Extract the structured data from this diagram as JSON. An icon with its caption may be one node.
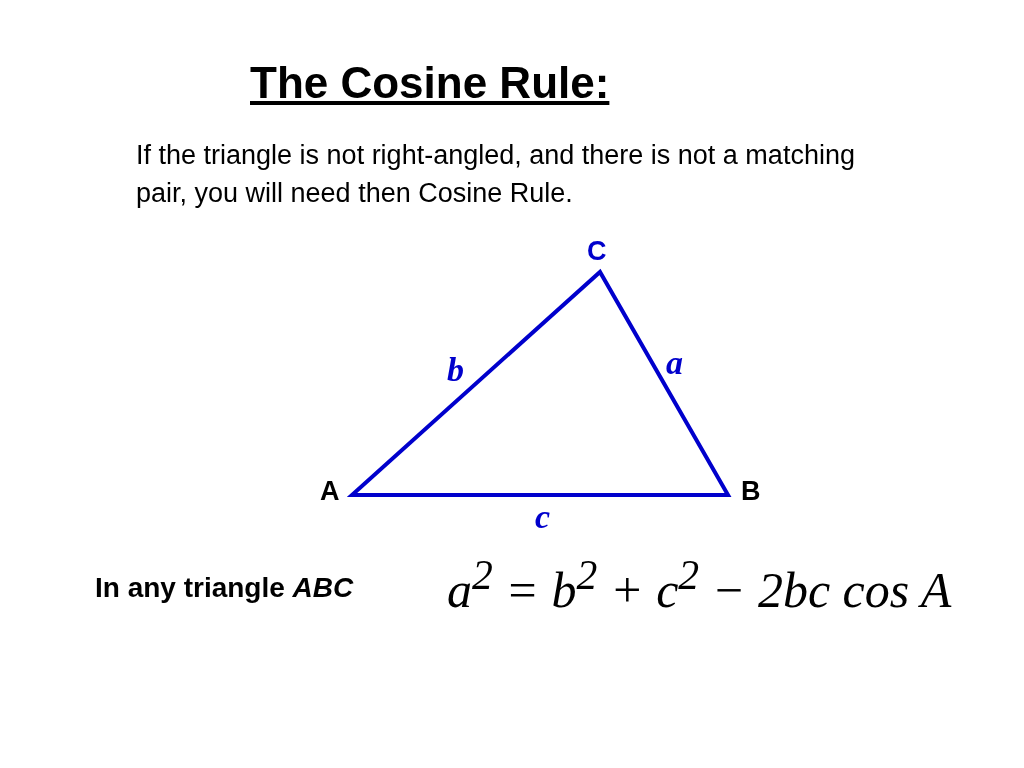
{
  "diagram": {
    "title": "The Cosine Rule:",
    "labels": [
      "If the triangle is not right-angled, and there is not a matching pair, you will need then Cosine Rule.",
      "C",
      "b",
      "a",
      "A",
      "B",
      "c",
      "In any triangle *ABC*",
      "a$^{2}$ = b$^{2}$ + c$^{2}$ − 2bc cos A"
    ]
  }
}
